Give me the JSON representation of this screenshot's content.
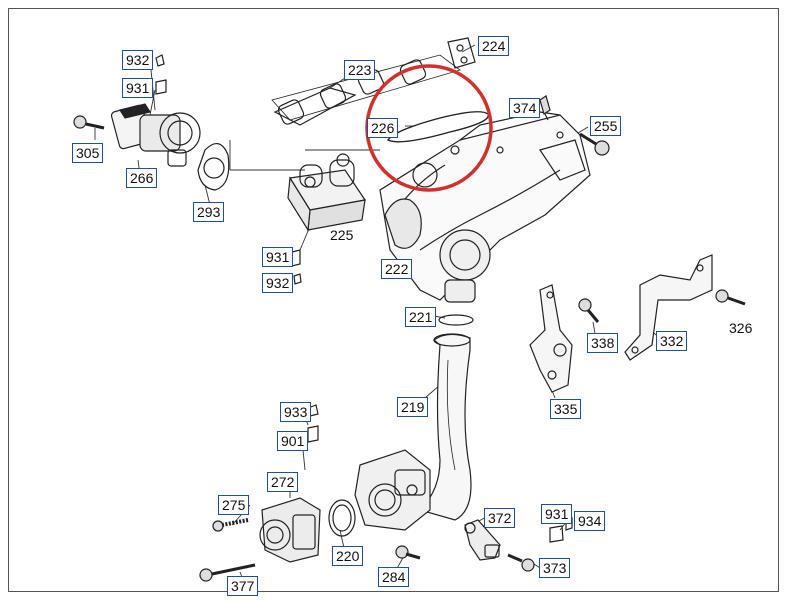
{
  "labels": {
    "l932a": "932",
    "l931a": "931",
    "l305": "305",
    "l266": "266",
    "l293": "293",
    "l223": "223",
    "l224": "224",
    "l226": "226",
    "l374": "374",
    "l255": "255",
    "l225": "225",
    "l931b": "931",
    "l932b": "932",
    "l222": "222",
    "l221": "221",
    "l338": "338",
    "l332": "332",
    "l326": "326",
    "l335": "335",
    "l219": "219",
    "l933": "933",
    "l901": "901",
    "l272": "272",
    "l275": "275",
    "l220": "220",
    "l377": "377",
    "l284": "284",
    "l372": "372",
    "l931c": "931",
    "l934": "934",
    "l373": "373"
  },
  "colors": {
    "label_border": "#1f4e9a",
    "highlight": "#d0312d",
    "line": "#222222"
  }
}
